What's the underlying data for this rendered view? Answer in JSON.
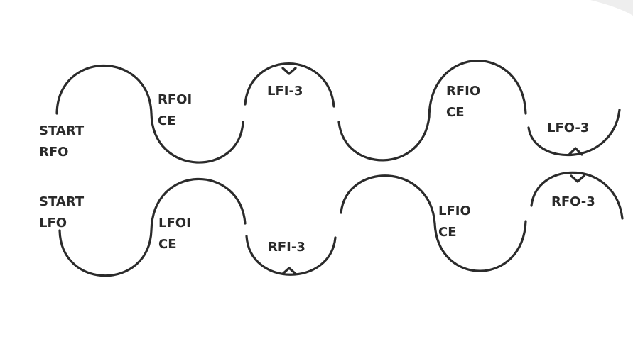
{
  "diagram": {
    "colors": {
      "line": "#2b2b2b",
      "text": "#2a2a2a",
      "background": "#ffffff"
    },
    "labels": {
      "start_rfo": {
        "line1": "START",
        "line2": "RFO"
      },
      "rfoice": {
        "line1": "RFOI",
        "line2": "CE"
      },
      "lfi3": {
        "line1": "LFI-3"
      },
      "rfioce": {
        "line1": "RFIO",
        "line2": "CE"
      },
      "lfo3": {
        "line1": "LFO-3"
      },
      "start_lfo": {
        "line1": "START",
        "line2": "LFO"
      },
      "lfoice": {
        "line1": "LFOI",
        "line2": "CE"
      },
      "rfi3": {
        "line1": "RFI-3"
      },
      "lfioce": {
        "line1": "LFIO",
        "line2": "CE"
      },
      "rfo3": {
        "line1": "RFO-3"
      }
    }
  }
}
